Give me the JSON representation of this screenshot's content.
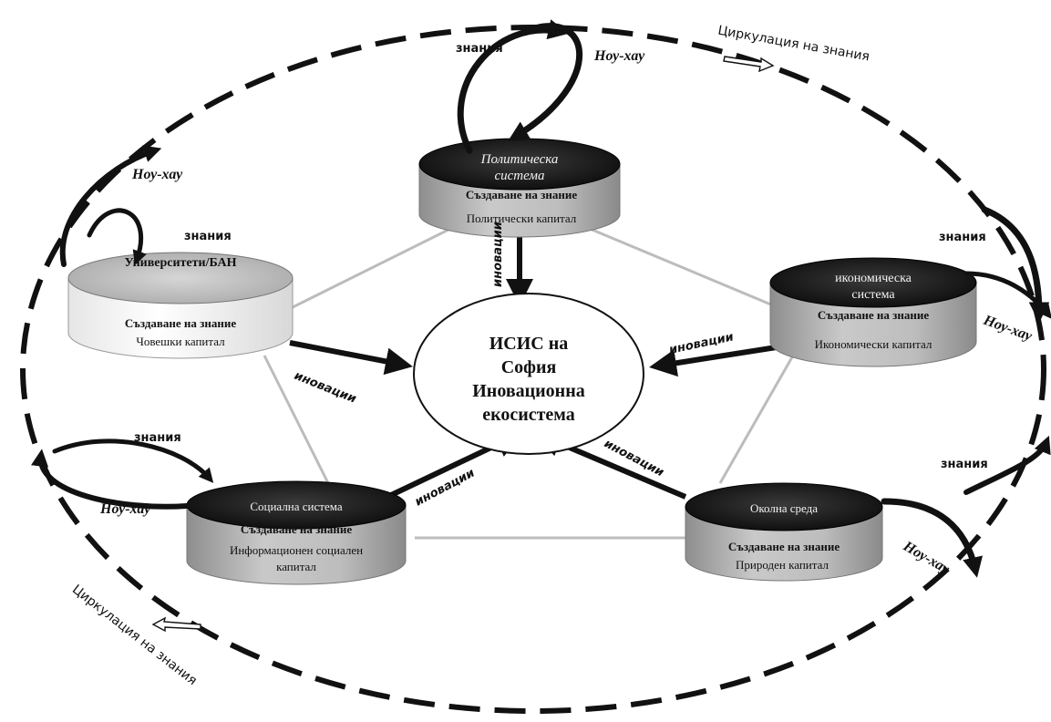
{
  "colors": {
    "ink": "#111111",
    "cylinder_top_dark": "#1e1e1e",
    "cylinder_top_light": "#bdbdbd",
    "cylinder_body": "#b3b3b3",
    "cylinder_body_light": "#f4f4f4",
    "line_gray": "#b8b8b8",
    "center_fill": "#ffffff"
  },
  "outer": {
    "circulation_top": "Циркулация на знания",
    "circulation_bottom": "Циркулация на знания"
  },
  "center": {
    "line1": "ИСИС на",
    "line2": "София",
    "line3": "Иновационна",
    "line4": "екосистема"
  },
  "nodes": {
    "political": {
      "top_line1": "Политическа",
      "top_line2": "система",
      "create": "Създаване на знание",
      "capital": "Политически капитал",
      "innovations": "иновации",
      "knowledge": "знания",
      "knowhow": "Ноу-хау"
    },
    "universities": {
      "top_line1": "Университети/БАН",
      "create": "Създаване на знание",
      "capital": "Човешки капитал",
      "innovations": "иновации",
      "knowledge": "знания",
      "knowhow": "Ноу-хау"
    },
    "economic": {
      "top_line1": "икономическа",
      "top_line2": "система",
      "create": "Създаване на знание",
      "capital": "Икономически капитал",
      "innovations": "иновации",
      "knowledge": "знания",
      "knowhow": "Ноу-хау"
    },
    "social": {
      "top_line1": "Социална система",
      "create": "Създаване на знание",
      "capital_line1": "Информационен социален",
      "capital_line2": "капитал",
      "innovations": "иновации",
      "knowledge": "знания",
      "knowhow": "Ноу-хау"
    },
    "environment": {
      "top_line1": "Околна среда",
      "create": "Създаване на знание",
      "capital": "Природен капитал",
      "innovations": "иновации",
      "knowledge": "знания",
      "knowhow": "Ноу-хау"
    }
  }
}
